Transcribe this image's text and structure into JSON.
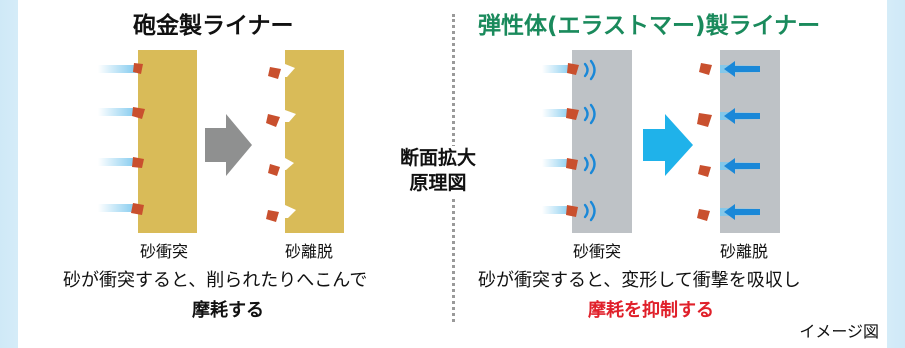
{
  "left": {
    "title": "砲金製ライナー",
    "caption_impact": "砂衝突",
    "caption_detach": "砂離脱",
    "desc": "砂が衝突すると、削られたりへこんで",
    "result": "摩耗する"
  },
  "right": {
    "title": "弾性体(エラストマー)製ライナー",
    "caption_impact": "砂衝突",
    "caption_detach": "砂離脱",
    "desc": "砂が衝突すると、変形して衝撃を吸収し",
    "result": "摩耗を抑制する"
  },
  "center": {
    "line1": "断面拡大",
    "line2": "原理図"
  },
  "note": "イメージ図",
  "colors": {
    "bronze": "#d9bb58",
    "elastomer": "#bec2c6",
    "sand": "#c9502e",
    "right_title": "#1a8a5c",
    "highlight_red": "#e0202a",
    "arrow_gray": "#8f9090",
    "arrow_cyan": "#1fb2ea",
    "wave_blue": "#1a88d8"
  }
}
